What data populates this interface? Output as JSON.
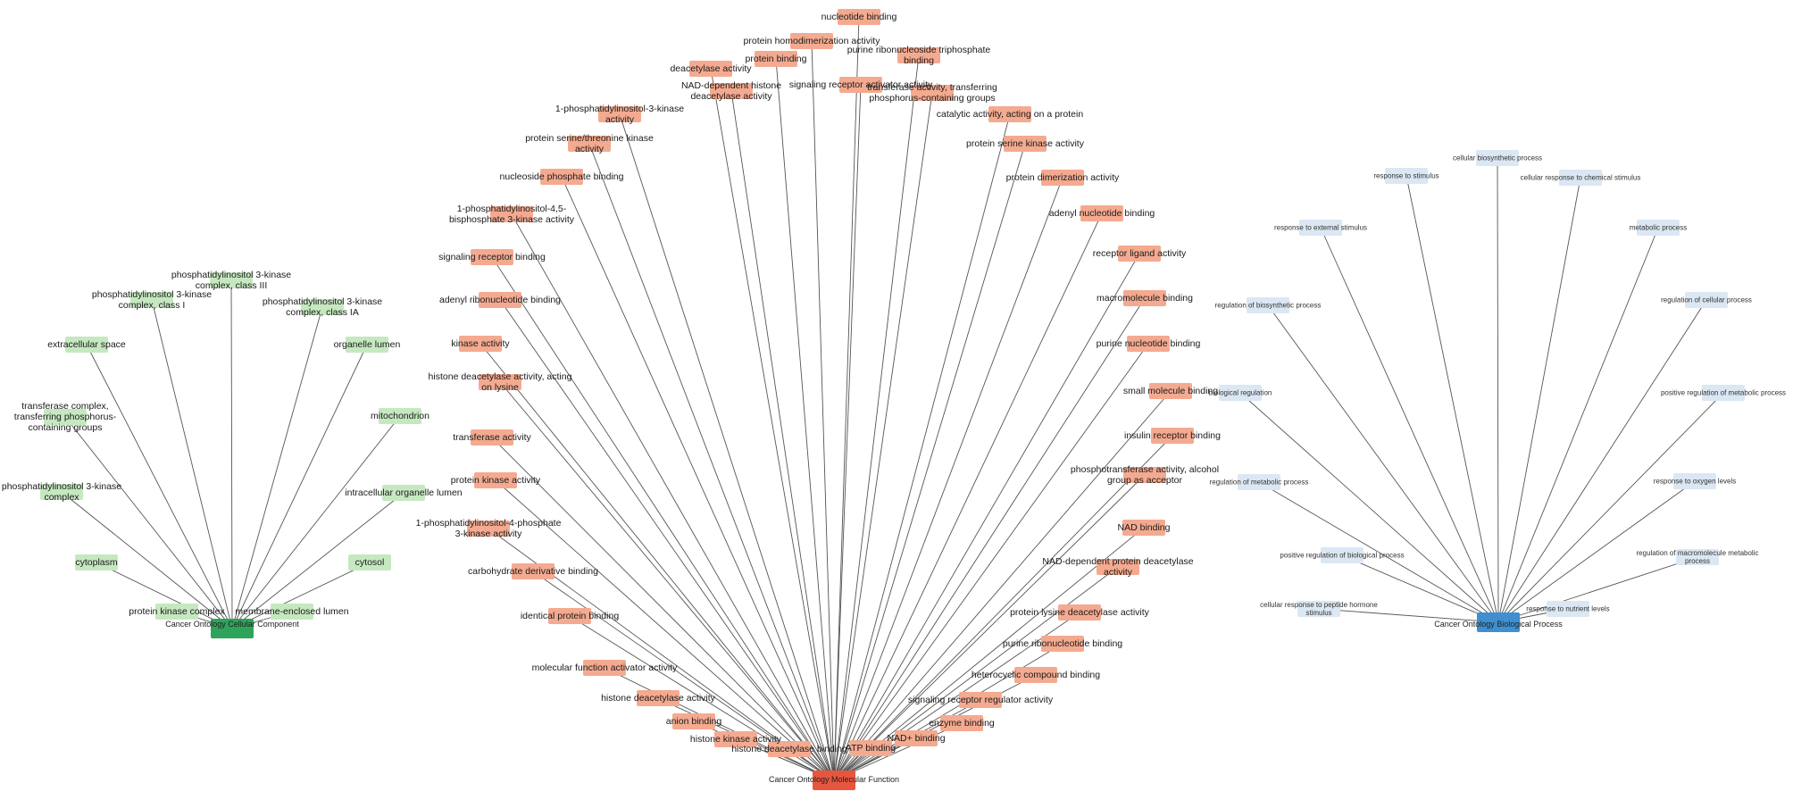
{
  "colors": {
    "green_hub": "#2ea35a",
    "green_leaf": "#c6e8c0",
    "red_hub": "#e8553f",
    "red_leaf": "#f4aa90",
    "blue_hub": "#3f8fd1",
    "blue_leaf": "#dbe7f3",
    "edge": "#555555"
  },
  "green_hub": "Cancer Ontology Cellular Component",
  "red_hub": "Cancer Ontology Molecular Function",
  "blue_hub": "Cancer Ontology Biological Process",
  "green_leaves": [
    "phosphatidylinositol 3-kinase complex, class III",
    "phosphatidylinositol 3-kinase complex, class I",
    "phosphatidylinositol 3-kinase complex, class IA",
    "extracellular space",
    "organelle lumen",
    "transferase complex, transferring phosphorus-containing groups",
    "mitochondrion",
    "phosphatidylinositol 3-kinase complex",
    "intracellular organelle lumen",
    "cytoplasm",
    "cytosol",
    "protein kinase complex",
    "membrane-enclosed lumen"
  ],
  "red_leaves": [
    "nucleotide binding",
    "protein homodimerization activity",
    "purine ribonucleoside triphosphate binding",
    "protein binding",
    "deacetylase activity",
    "transferase activity, transferring phosphorus-containing groups",
    "signaling receptor activator activity",
    "NAD-dependent histone deacetylase activity",
    "catalytic activity, acting on a protein",
    "1-phosphatidylinositol-3-kinase activity",
    "protein serine kinase activity",
    "protein serine/threonine kinase activity",
    "protein dimerization activity",
    "nucleoside phosphate binding",
    "adenyl nucleotide binding",
    "1-phosphatidylinositol-4,5-bisphosphate 3-kinase activity",
    "receptor ligand activity",
    "signaling receptor binding",
    "macromolecule binding",
    "adenyl ribonucleotide binding",
    "purine nucleotide binding",
    "kinase activity",
    "small molecule binding",
    "histone deacetylase activity, acting on lysine",
    "insulin receptor binding",
    "transferase activity",
    "phosphotransferase activity, alcohol group as acceptor",
    "protein kinase activity",
    "1-phosphatidylinositol-4-phosphate 3-kinase activity",
    "NAD binding",
    "carbohydrate derivative binding",
    "NAD-dependent protein deacetylase activity",
    "protein lysine deacetylase activity",
    "identical protein binding",
    "purine ribonucleotide binding",
    "molecular function activator activity",
    "heterocyclic compound binding",
    "histone deacetylase activity",
    "signaling receptor regulator activity",
    "anion binding",
    "enzyme binding",
    "histone kinase activity",
    "NAD+ binding",
    "histone deacetylase binding",
    "ATP binding"
  ],
  "blue_leaves": [
    "cellular biosynthetic process",
    "response to stimulus",
    "cellular response to chemical stimulus",
    "response to external stimulus",
    "metabolic process",
    "regulation of cellular process",
    "regulation of biosynthetic process",
    "biological regulation",
    "positive regulation of metabolic process",
    "regulation of metabolic process",
    "response to oxygen levels",
    "positive regulation of biological process",
    "regulation of macromolecule metabolic process",
    "cellular response to peptide hormone stimulus",
    "response to nutrient levels"
  ]
}
